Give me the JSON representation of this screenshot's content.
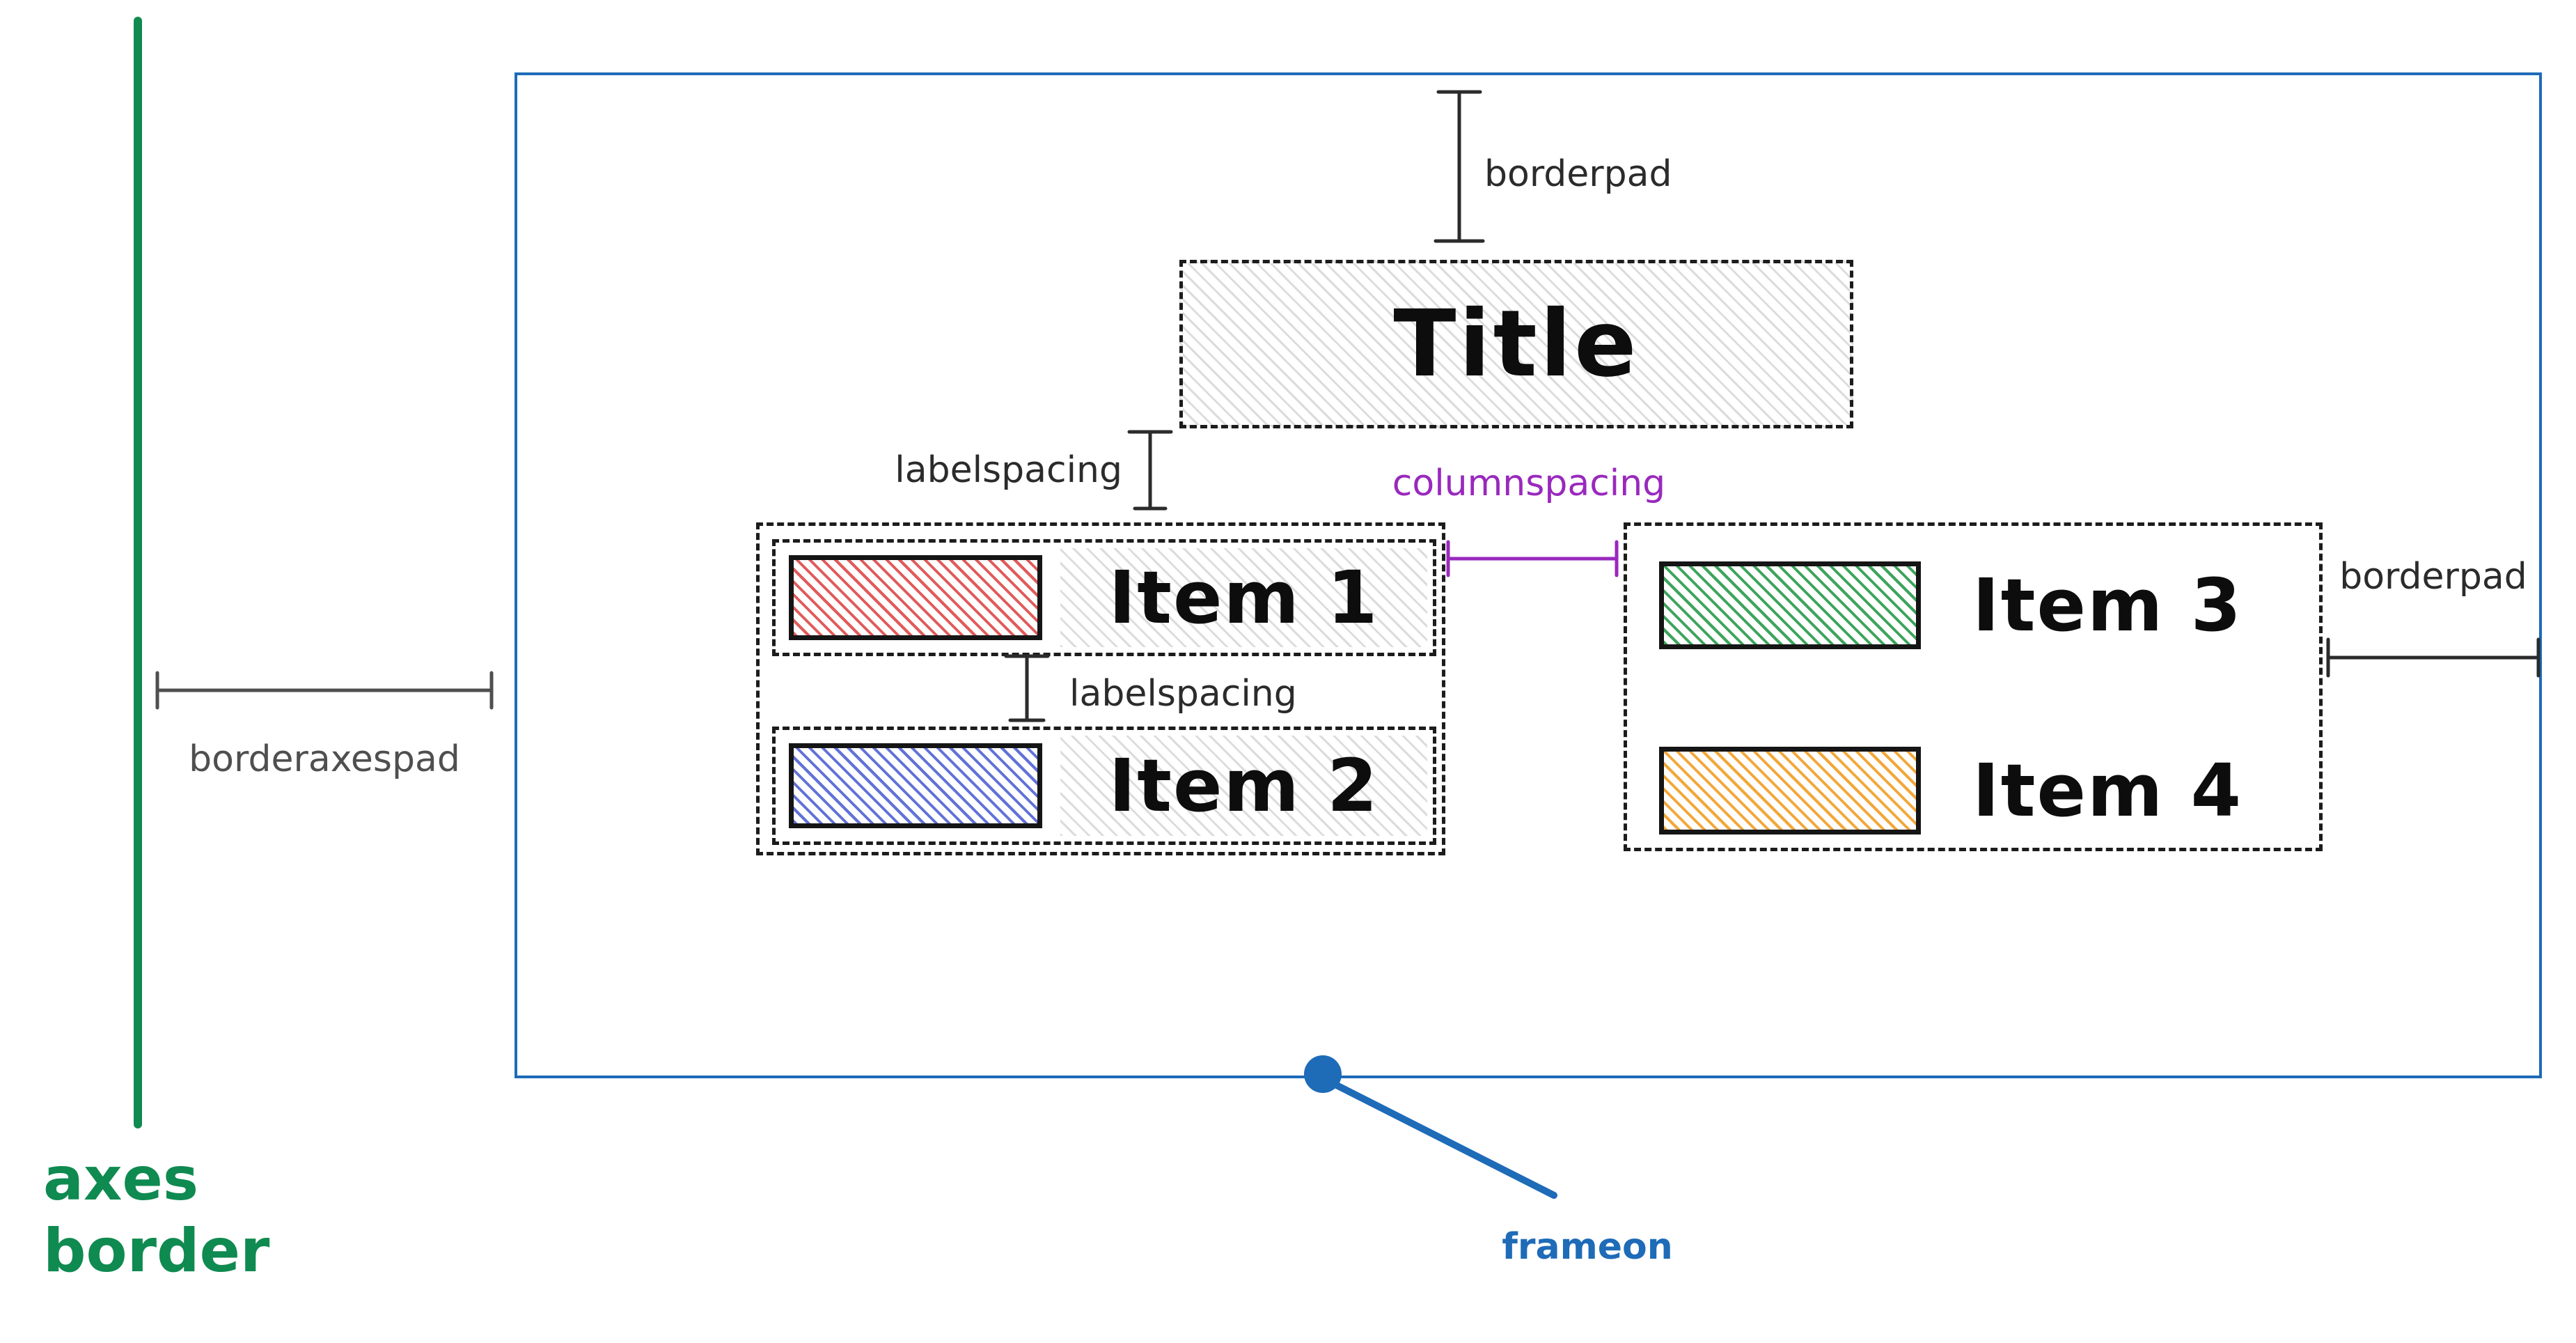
{
  "legend": {
    "title": "Title",
    "items": [
      {
        "label": "Item 1",
        "color": "#e15b5b"
      },
      {
        "label": "Item 2",
        "color": "#6272d8"
      },
      {
        "label": "Item 3",
        "color": "#3da55c"
      },
      {
        "label": "Item 4",
        "color": "#f2a83a"
      }
    ]
  },
  "annotations": {
    "borderpad_top": "borderpad",
    "labelspacing_title": "labelspacing",
    "labelspacing_items": "labelspacing",
    "columnspacing": "columnspacing",
    "borderpad_right": "borderpad",
    "borderaxespad": "borderaxespad",
    "frameon": "frameon",
    "axes_border": "axes\nborder"
  },
  "colors": {
    "frame_blue": "#1e6bb8",
    "axes_green": "#0f8a50",
    "columnspacing_purple": "#9929bd",
    "annotation_dark": "#2b2b2b",
    "borderaxespad_gray": "#4f4f4f"
  }
}
